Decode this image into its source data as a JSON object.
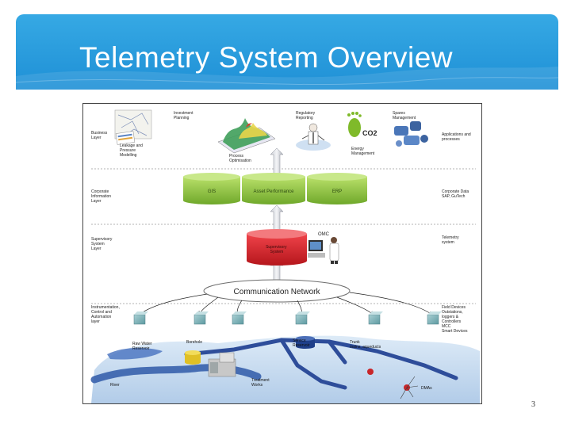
{
  "slide": {
    "title": "Telemetry System Overview",
    "page_number": "3"
  },
  "diagram": {
    "left_labels": [
      [
        "Business",
        "Layer"
      ],
      [
        "Corporate",
        "Information",
        "Layer"
      ],
      [
        "Supervisory",
        "System",
        "Layer"
      ],
      [
        "Instrumentation,",
        "Control and",
        "Automation",
        "layer"
      ]
    ],
    "right_labels": [
      [
        "Applications and",
        "processes"
      ],
      [
        "Corporate Data",
        "SAP, GuTech"
      ],
      [
        "Telemetry",
        "system"
      ],
      [
        "Field Devices",
        "Outstations,",
        "loggers &",
        "Controllers",
        "MCC",
        "Smart Devices"
      ]
    ],
    "business_items": {
      "investment": [
        "Investment",
        "Planning"
      ],
      "regulatory": [
        "Regulatory",
        "Reporting"
      ],
      "spares": [
        "Spares",
        "Management"
      ],
      "leakage": [
        "Leakage and",
        "Pressure",
        "Modelling"
      ],
      "process": [
        "Process",
        "Optimisation"
      ],
      "energy": [
        "Energy",
        "Management"
      ],
      "co2": "CO2"
    },
    "databases": [
      "GIS",
      "Asset Performance",
      "ERP"
    ],
    "scada": {
      "label": [
        "Supervisory",
        "System"
      ],
      "omc": "OMC"
    },
    "network": "Communication Network",
    "map_labels": {
      "raw_water": [
        "Raw Water",
        "Reservoir"
      ],
      "borehole": "Borehole",
      "service": [
        "Service",
        "Reservoir"
      ],
      "trunk": [
        "Trunk",
        "mains, aqueducts"
      ],
      "river": "River",
      "treatment": [
        "Treatment",
        "Works"
      ],
      "dmas": "DMAs"
    }
  },
  "colors": {
    "header": "#2a9ddf",
    "db_green": "#8bc63e",
    "scada_red": "#d6242a",
    "device_teal": "#7fb2b8",
    "pipe_blue": "#2e4d9a",
    "water_blue": "#bcd6ee"
  }
}
